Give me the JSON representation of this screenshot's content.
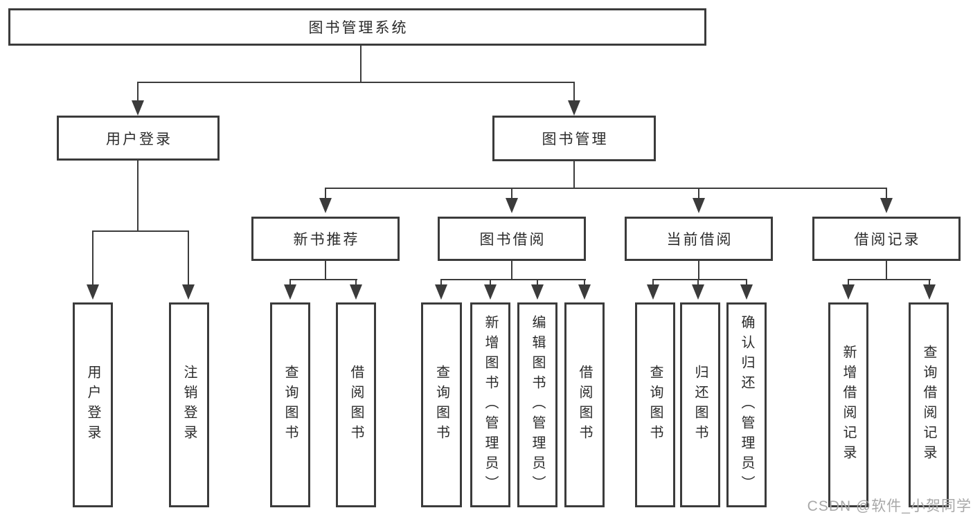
{
  "tree": {
    "label": "图书管理系统",
    "children": [
      {
        "label": "用户登录",
        "children": [
          {
            "label": "用户登录"
          },
          {
            "label": "注销登录"
          }
        ]
      },
      {
        "label": "图书管理",
        "children": [
          {
            "label": "新书推荐",
            "children": [
              {
                "label": "查询图书"
              },
              {
                "label": "借阅图书"
              }
            ]
          },
          {
            "label": "图书借阅",
            "children": [
              {
                "label": "查询图书"
              },
              {
                "label": "新增图书（管理员）"
              },
              {
                "label": "编辑图书（管理员）"
              },
              {
                "label": "借阅图书"
              }
            ]
          },
          {
            "label": "当前借阅",
            "children": [
              {
                "label": "查询图书"
              },
              {
                "label": "归还图书"
              },
              {
                "label": "确认归还（管理员）"
              }
            ]
          },
          {
            "label": "借阅记录",
            "children": [
              {
                "label": "新增借阅记录"
              },
              {
                "label": "查询借阅记录"
              }
            ]
          }
        ]
      }
    ]
  },
  "watermark": "CSDN @软件_小贺同学",
  "colors": {
    "line": "#3b3b3b",
    "text": "#2b2b2b",
    "watermark": "#a8a8a8",
    "background": "#ffffff"
  }
}
